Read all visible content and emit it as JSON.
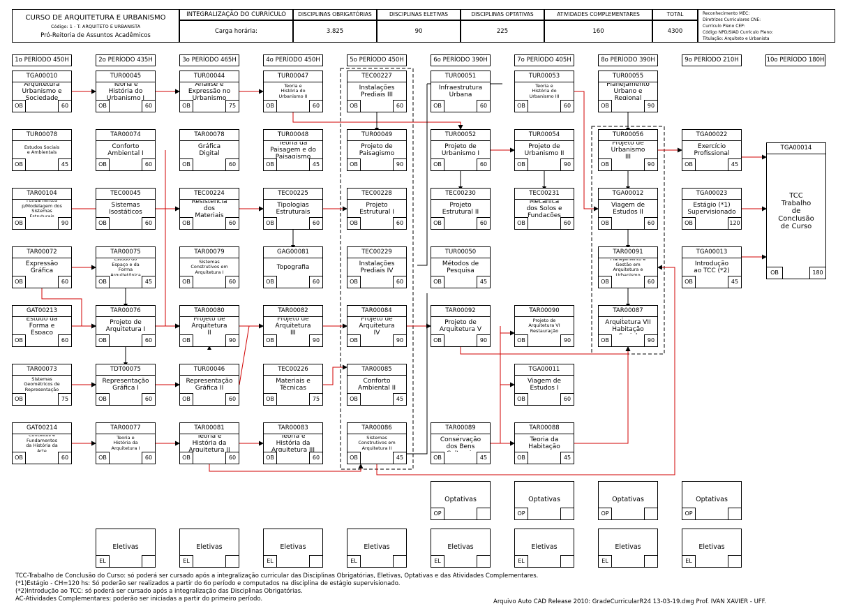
{
  "header": {
    "course_title": "CURSO DE ARQUITETURA E URBANISMO",
    "course_code": "Código: 1 - T: ARQUITETO E URBANISTA",
    "dept": "Pró-Reitoria de Assuntos Acadêmicos",
    "integ_label": "INTEGRALIZAÇÃO DO CURRÍCULO",
    "carga_label": "Carga horária:",
    "cols": [
      {
        "label": "DISCIPLINAS OBRIGATÓRIAS",
        "value": "3.825"
      },
      {
        "label": "DISCIPLINAS ELETIVAS",
        "value": "90"
      },
      {
        "label": "DISCIPLINAS OPTATIVAS",
        "value": "225"
      },
      {
        "label": "ATIVIDADES COMPLEMENTARES",
        "value": "160"
      },
      {
        "label": "TOTAL",
        "value": "4300"
      }
    ],
    "right_info": [
      "Reconhecimento MEC:",
      "Diretrizes Curriculares CNE:",
      "Currículo Pleno CEP:",
      "Código NPD/SIAD Currículo Pleno:",
      "Titulação: Arquiteto e Urbanista"
    ]
  },
  "periods": [
    "1o PERÍODO 450H",
    "2o PERÍODO 435H",
    "3o PERÍODO 465H",
    "4o PERÍODO 450H",
    "5o PERÍODO 450H",
    "6o PERÍODO 390H",
    "7o PERÍODO 405H",
    "8o PERÍODO 390H",
    "9o PERÍODO 210H",
    "10o PERÍODO 180H"
  ],
  "courses": [
    {
      "code": "TGA00010",
      "name": "Arquitetura\nUrbanismo e\nSociedade",
      "type": "OB",
      "hours": "60",
      "col": 0,
      "row": 0
    },
    {
      "code": "TUR00045",
      "name": "Teoria e\nHistória do\nUrbanismo I",
      "type": "OB",
      "hours": "60",
      "col": 1,
      "row": 0
    },
    {
      "code": "TUR00044",
      "name": "Análise e\nExpressão no\nUrbanismo",
      "type": "OB",
      "hours": "75",
      "col": 2,
      "row": 0
    },
    {
      "code": "TUR00047",
      "name": "Teoria e\nHistória do\nUrbanismo II",
      "type": "OB",
      "hours": "60",
      "col": 3,
      "row": 0,
      "small": true
    },
    {
      "code": "TEC00227",
      "name": "Instalações\nPrediais III",
      "type": "OB",
      "hours": "60",
      "col": 4,
      "row": 0
    },
    {
      "code": "TUR00051",
      "name": "Infraestrutura\nUrbana",
      "type": "OB",
      "hours": "60",
      "col": 5,
      "row": 0
    },
    {
      "code": "TUR00053",
      "name": "Teoria e\nHistória do\nUrbanismo III",
      "type": "OB",
      "hours": "60",
      "col": 6,
      "row": 0,
      "small": true
    },
    {
      "code": "TUR00055",
      "name": "Planejamento\nUrbano e\nRegional",
      "type": "OB",
      "hours": "90",
      "col": 7,
      "row": 0
    },
    {
      "code": "TUR00078",
      "name": "Estudos Sociais\ne Ambientais",
      "type": "OB",
      "hours": "45",
      "col": 0,
      "row": 1,
      "small": true
    },
    {
      "code": "TAR00074",
      "name": "Conforto\nAmbiental I",
      "type": "OB",
      "hours": "60",
      "col": 1,
      "row": 1
    },
    {
      "code": "TAR00078",
      "name": "Gráfica\nDigital",
      "type": "OB",
      "hours": "60",
      "col": 2,
      "row": 1
    },
    {
      "code": "TUR00048",
      "name": "Teoria da\nPaisagem e do\nPaisagismo",
      "type": "OB",
      "hours": "45",
      "col": 3,
      "row": 1
    },
    {
      "code": "TUR00049",
      "name": "Projeto de\nPaisagismo",
      "type": "OB",
      "hours": "90",
      "col": 4,
      "row": 1
    },
    {
      "code": "TUR00052",
      "name": "Projeto de\nUrbanismo I",
      "type": "OB",
      "hours": "60",
      "col": 5,
      "row": 1
    },
    {
      "code": "TUR00054",
      "name": "Projeto de\nUrbanismo II",
      "type": "OB",
      "hours": "90",
      "col": 6,
      "row": 1
    },
    {
      "code": "TUR00056",
      "name": "Projeto de\nUrbanismo\nIII",
      "type": "OB",
      "hours": "90",
      "col": 7,
      "row": 1
    },
    {
      "code": "TGA00022",
      "name": "Exercício\nProfissional",
      "type": "OB",
      "hours": "45",
      "col": 8,
      "row": 1
    },
    {
      "code": "TAR00104",
      "name": "Fundamentos\np/Modelagem dos\nSistemas\nEstruturais",
      "type": "OB",
      "hours": "90",
      "col": 0,
      "row": 2,
      "small": true
    },
    {
      "code": "TEC00045",
      "name": "Sistemas\nIsostáticos",
      "type": "OB",
      "hours": "60",
      "col": 1,
      "row": 2
    },
    {
      "code": "TEC00224",
      "name": "Resistência\ndos\nMateriais",
      "type": "OB",
      "hours": "60",
      "col": 2,
      "row": 2
    },
    {
      "code": "TEC00225",
      "name": "Tipologias\nEstruturais",
      "type": "OB",
      "hours": "60",
      "col": 3,
      "row": 2
    },
    {
      "code": "TEC00228",
      "name": "Projeto\nEstrutural I",
      "type": "OB",
      "hours": "60",
      "col": 4,
      "row": 2
    },
    {
      "code": "TEC00230",
      "name": "Projeto\nEstrutural II",
      "type": "OB",
      "hours": "60",
      "col": 5,
      "row": 2
    },
    {
      "code": "TEC00231",
      "name": "Mecânica\ndos Solos e\nFundações",
      "type": "OB",
      "hours": "60",
      "col": 6,
      "row": 2
    },
    {
      "code": "TGA00012",
      "name": "Viagem de\nEstudos II",
      "type": "OB",
      "hours": "60",
      "col": 7,
      "row": 2
    },
    {
      "code": "TGA00023",
      "name": "Estágio (*1)\nSupervisionado",
      "type": "OB",
      "hours": "120",
      "col": 8,
      "row": 2
    },
    {
      "code": "TAR00072",
      "name": "Expressão\nGráfica",
      "type": "OB",
      "hours": "60",
      "col": 0,
      "row": 3
    },
    {
      "code": "TAR00075",
      "name": "Estudo do\nEspaço e da\nForma\nArquitetônica",
      "type": "OB",
      "hours": "45",
      "col": 1,
      "row": 3,
      "small": true
    },
    {
      "code": "TAR00079",
      "name": "Sistemas\nConstrutivos em\nArquitetura I",
      "type": "OB",
      "hours": "60",
      "col": 2,
      "row": 3,
      "small": true
    },
    {
      "code": "GAG00081",
      "name": "Topografia",
      "type": "OB",
      "hours": "60",
      "col": 3,
      "row": 3
    },
    {
      "code": "TEC00229",
      "name": "Instalações\nPrediais IV",
      "type": "OB",
      "hours": "60",
      "col": 4,
      "row": 3
    },
    {
      "code": "TUR00050",
      "name": "Métodos de\nPesquisa",
      "type": "OB",
      "hours": "45",
      "col": 5,
      "row": 3
    },
    {
      "code": "TAR00091",
      "name": "Planejamento e\nGestão em\nArquitetura e\nUrbanismo",
      "type": "OB",
      "hours": "60",
      "col": 7,
      "row": 3,
      "small": true
    },
    {
      "code": "TGA00013",
      "name": "Introdução\nao TCC (*2)",
      "type": "OB",
      "hours": "45",
      "col": 8,
      "row": 3
    },
    {
      "code": "GAT00213",
      "name": "Estudo da\nForma e\nEspaço",
      "type": "OB",
      "hours": "60",
      "col": 0,
      "row": 4
    },
    {
      "code": "TAR00076",
      "name": "Projeto de\nArquitetura I",
      "type": "OB",
      "hours": "60",
      "col": 1,
      "row": 4
    },
    {
      "code": "TAR00080",
      "name": "Projeto de\nArquitetura\nII",
      "type": "OB",
      "hours": "90",
      "col": 2,
      "row": 4
    },
    {
      "code": "TAR00082",
      "name": "Projeto de\nArquitetura\nIII",
      "type": "OB",
      "hours": "90",
      "col": 3,
      "row": 4
    },
    {
      "code": "TAR00084",
      "name": "Projeto de\nArquitetura\nIV",
      "type": "OB",
      "hours": "90",
      "col": 4,
      "row": 4
    },
    {
      "code": "TAR00092",
      "name": "Projeto de\nArquitetura V",
      "type": "OB",
      "hours": "90",
      "col": 5,
      "row": 4
    },
    {
      "code": "TAR00090",
      "name": "Projeto de\nArquitetura VI\nRestauração",
      "type": "OB",
      "hours": "90",
      "col": 6,
      "row": 4,
      "small": true
    },
    {
      "code": "TAR00087",
      "name": "Projeto de\nArquitetura VII\nHabitação\nSocial",
      "type": "OB",
      "hours": "90",
      "col": 7,
      "row": 4
    },
    {
      "code": "TAR00073",
      "name": "Sistemas\nGeométricos de\nRepresentação",
      "type": "OB",
      "hours": "75",
      "col": 0,
      "row": 5,
      "small": true
    },
    {
      "code": "TDT00075",
      "name": "Representação\nGráfica I",
      "type": "OB",
      "hours": "60",
      "col": 1,
      "row": 5
    },
    {
      "code": "TUR00046",
      "name": "Representação\nGráfica II",
      "type": "OB",
      "hours": "60",
      "col": 2,
      "row": 5
    },
    {
      "code": "TEC00226",
      "name": "Materiais e\nTécnicas",
      "type": "OB",
      "hours": "75",
      "col": 3,
      "row": 5
    },
    {
      "code": "TAR00085",
      "name": "Conforto\nAmbiental II",
      "type": "OB",
      "hours": "45",
      "col": 4,
      "row": 5
    },
    {
      "code": "TGA00011",
      "name": "Viagem de\nEstudos I",
      "type": "OB",
      "hours": "60",
      "col": 6,
      "row": 5
    },
    {
      "code": "GAT00214",
      "name": "Conceitos e\nFundamentos\nda História da\nArte",
      "type": "OB",
      "hours": "60",
      "col": 0,
      "row": 6,
      "small": true
    },
    {
      "code": "TAR00077",
      "name": "Teoria e\nHistória da\nArquitetura I",
      "type": "OB",
      "hours": "60",
      "col": 1,
      "row": 6,
      "small": true
    },
    {
      "code": "TAR00081",
      "name": "Teoria e\nHistória da\nArquitetura II",
      "type": "OB",
      "hours": "60",
      "col": 2,
      "row": 6
    },
    {
      "code": "TAR00083",
      "name": "Teoria e\nHistória da\nArquitetura III",
      "type": "OB",
      "hours": "60",
      "col": 3,
      "row": 6
    },
    {
      "code": "TAR00086",
      "name": "Sistemas\nConstrutivos em\nArquitetura II",
      "type": "OB",
      "hours": "45",
      "col": 4,
      "row": 6,
      "small": true
    },
    {
      "code": "TAR00089",
      "name": "Princípios da\nConservação\ndos Bens\nCulturais",
      "type": "OB",
      "hours": "45",
      "col": 5,
      "row": 6
    },
    {
      "code": "TAR00088",
      "name": "Teoria da\nHabitação",
      "type": "OB",
      "hours": "45",
      "col": 6,
      "row": 6
    }
  ],
  "tcc": {
    "code": "TGA00014",
    "name": "TCC\nTrabalho\nde\nConclusão\nde Curso",
    "type": "OB",
    "hours": "180"
  },
  "optativas": {
    "label": "Optativas",
    "type": "OP",
    "cols": [
      5,
      6,
      7,
      8
    ]
  },
  "eletivas": {
    "label": "Eletivas",
    "type": "EL",
    "cols": [
      1,
      2,
      3,
      4,
      5,
      6,
      7,
      8
    ]
  },
  "notes": [
    "TCC-Trabalho de Conclusão do Curso: só poderá ser cursado após a integralização curricular das Disciplinas Obrigatórias, Eletivas, Optativas e das Atividades Complementares.",
    "(*1)Estágio - CH=120 hs: Só poderão ser realizados a partir do 6o período e computados na disciplina de estágio supervisionado.",
    "(*2)Introdução ao TCC: só poderá ser cursado após a integralização das Disciplinas Obrigatórias.",
    "AC-Atividades Complementares: poderão ser iniciadas a partir do primeiro período."
  ],
  "footer": "Arquivo Auto CAD Release 2010: GradeCurricularR24 13-03-19.dwg Prof. IVAN XAVIER - UFF.",
  "colors": {
    "arrow": "#d00000",
    "line": "#000000"
  }
}
